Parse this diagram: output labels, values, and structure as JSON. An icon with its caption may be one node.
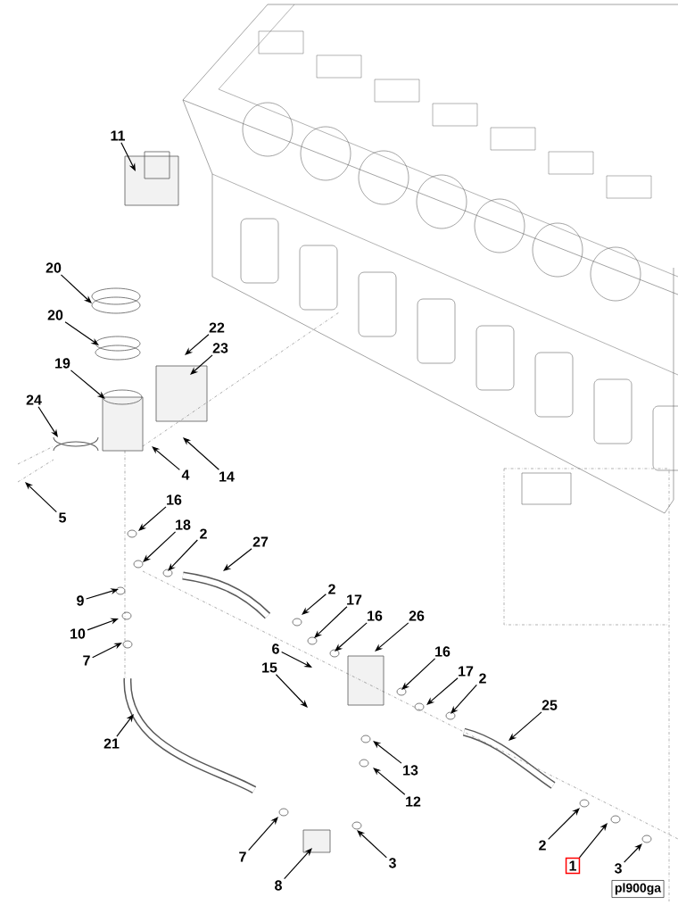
{
  "diagram": {
    "nodes": [
      {
        "text": [
          "11"
        ]
      },
      {
        "text": [
          "20"
        ]
      },
      {
        "text": [
          "20"
        ]
      },
      {
        "text": [
          "22"
        ]
      },
      {
        "text": [
          "23"
        ]
      },
      {
        "text": [
          "19"
        ]
      },
      {
        "text": [
          "24"
        ]
      },
      {
        "text": [
          "4"
        ]
      },
      {
        "text": [
          "14"
        ]
      },
      {
        "text": [
          "5"
        ]
      },
      {
        "text": [
          "16"
        ]
      },
      {
        "text": [
          "18"
        ]
      },
      {
        "text": [
          "2"
        ]
      },
      {
        "text": [
          "27"
        ]
      },
      {
        "text": [
          "2"
        ]
      },
      {
        "text": [
          "9"
        ]
      },
      {
        "text": [
          "17"
        ]
      },
      {
        "text": [
          "16"
        ]
      },
      {
        "text": [
          "26"
        ]
      },
      {
        "text": [
          "10"
        ]
      },
      {
        "text": [
          "6"
        ]
      },
      {
        "text": [
          "16"
        ]
      },
      {
        "text": [
          "7"
        ]
      },
      {
        "text": [
          "15"
        ]
      },
      {
        "text": [
          "17"
        ]
      },
      {
        "text": [
          "2"
        ]
      },
      {
        "text": [
          "25"
        ]
      },
      {
        "text": [
          "21"
        ]
      },
      {
        "text": [
          "13"
        ]
      },
      {
        "text": [
          "12"
        ]
      },
      {
        "text": [
          "2"
        ]
      },
      {
        "text": [
          "7"
        ]
      },
      {
        "text": [
          "3"
        ]
      },
      {
        "text": [
          "1"
        ]
      },
      {
        "text": [
          "3"
        ]
      },
      {
        "text": [
          "8"
        ]
      }
    ],
    "edges": [
      {
        "from": 0,
        "to": null,
        "arrow": "to"
      },
      {
        "from": 1,
        "to": null,
        "arrow": "to"
      },
      {
        "from": 2,
        "to": null,
        "arrow": "to"
      },
      {
        "from": 3,
        "to": null,
        "arrow": "to"
      },
      {
        "from": 4,
        "to": null,
        "arrow": "to"
      },
      {
        "from": 5,
        "to": null,
        "arrow": "to"
      },
      {
        "from": 6,
        "to": null,
        "arrow": "to"
      },
      {
        "from": 7,
        "to": null,
        "arrow": "to"
      },
      {
        "from": 8,
        "to": null,
        "arrow": "to"
      },
      {
        "from": 9,
        "to": null,
        "arrow": "to"
      },
      {
        "from": 10,
        "to": null,
        "arrow": "to"
      },
      {
        "from": 11,
        "to": null,
        "arrow": "to"
      },
      {
        "from": 12,
        "to": null,
        "arrow": "to"
      },
      {
        "from": 13,
        "to": null,
        "arrow": "to"
      },
      {
        "from": 14,
        "to": null,
        "arrow": "to"
      },
      {
        "from": 15,
        "to": null,
        "arrow": "to"
      },
      {
        "from": 16,
        "to": null,
        "arrow": "to"
      },
      {
        "from": 17,
        "to": null,
        "arrow": "to"
      },
      {
        "from": 18,
        "to": null,
        "arrow": "to"
      },
      {
        "from": 19,
        "to": null,
        "arrow": "to"
      },
      {
        "from": 20,
        "to": null,
        "arrow": "to"
      },
      {
        "from": 21,
        "to": null,
        "arrow": "to"
      },
      {
        "from": 22,
        "to": null,
        "arrow": "to"
      },
      {
        "from": 23,
        "to": null,
        "arrow": "to"
      },
      {
        "from": 24,
        "to": null,
        "arrow": "to"
      },
      {
        "from": 25,
        "to": null,
        "arrow": "to"
      },
      {
        "from": 26,
        "to": null,
        "arrow": "to"
      },
      {
        "from": 27,
        "to": null,
        "arrow": "to"
      },
      {
        "from": 28,
        "to": null,
        "arrow": "to"
      },
      {
        "from": 29,
        "to": null,
        "arrow": "to"
      },
      {
        "from": 30,
        "to": null,
        "arrow": "to"
      },
      {
        "from": 31,
        "to": null,
        "arrow": "to"
      },
      {
        "from": 32,
        "to": null,
        "arrow": "to"
      },
      {
        "from": 33,
        "to": null,
        "arrow": "to"
      },
      {
        "from": 34,
        "to": null,
        "arrow": "to"
      },
      {
        "from": 35,
        "to": null,
        "arrow": "to"
      }
    ],
    "labels": [
      "pl900ga"
    ]
  }
}
